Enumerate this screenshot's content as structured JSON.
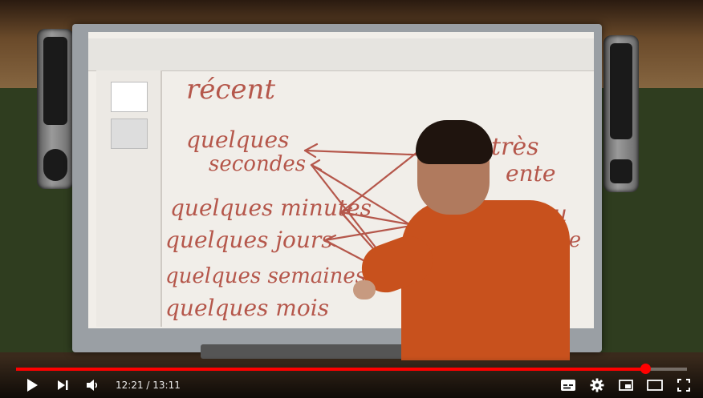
{
  "board": {
    "heading": "récent",
    "left_lines": [
      "quelques",
      "secondes",
      "quelques minutes",
      "quelques jours",
      "quelques semaines",
      "quelques mois"
    ],
    "right_fragments": [
      "très",
      "ente",
      "au",
      "ite"
    ]
  },
  "player": {
    "current_time": "12:21",
    "separator": " / ",
    "duration": "13:11",
    "progress": 0.938,
    "accent_color": "#ff0000",
    "icons": {
      "play": "play-icon",
      "next": "next-icon",
      "volume": "volume-icon",
      "subtitles": "subtitles-icon",
      "settings": "settings-icon",
      "miniplayer": "miniplayer-icon",
      "theater": "theater-icon",
      "fullscreen": "fullscreen-icon"
    }
  }
}
